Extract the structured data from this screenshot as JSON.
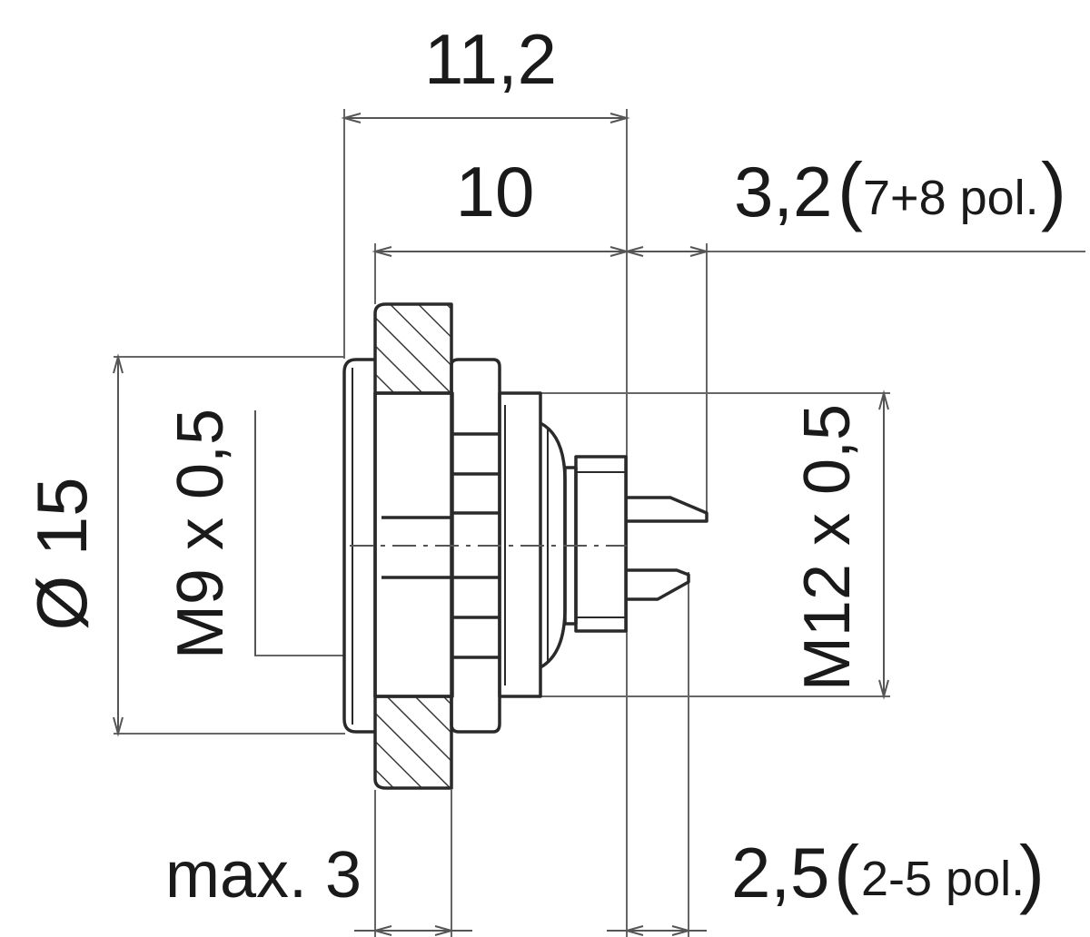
{
  "dimensions": {
    "overall_length": "11,2",
    "body_length": "10",
    "pin_length_7_8": "3,2",
    "pin_length_7_8_note": "7+8 pol.",
    "pin_length_2_5": "2,5",
    "pin_length_2_5_note": "2-5 pol.",
    "panel_thickness": "max. 3",
    "front_diameter": "Ø 15",
    "front_thread": "M9 x 0,5",
    "rear_thread": "M12 x 0,5"
  },
  "colors": {
    "line": "#2a2a2a",
    "thin_line": "#555555",
    "hatch": "#3a3a3a",
    "background": "#ffffff"
  }
}
